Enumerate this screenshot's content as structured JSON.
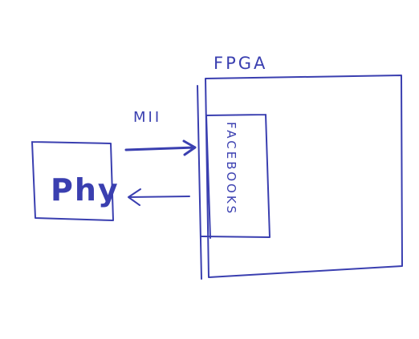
{
  "diagram": {
    "ink_color": "#3a3fb0",
    "nodes": {
      "phy": {
        "label": "Phy"
      },
      "fpga": {
        "label": "FPGA"
      },
      "inner": {
        "label": "FACEBOOKS"
      }
    },
    "edges": {
      "interface": {
        "label": "MII"
      }
    }
  }
}
